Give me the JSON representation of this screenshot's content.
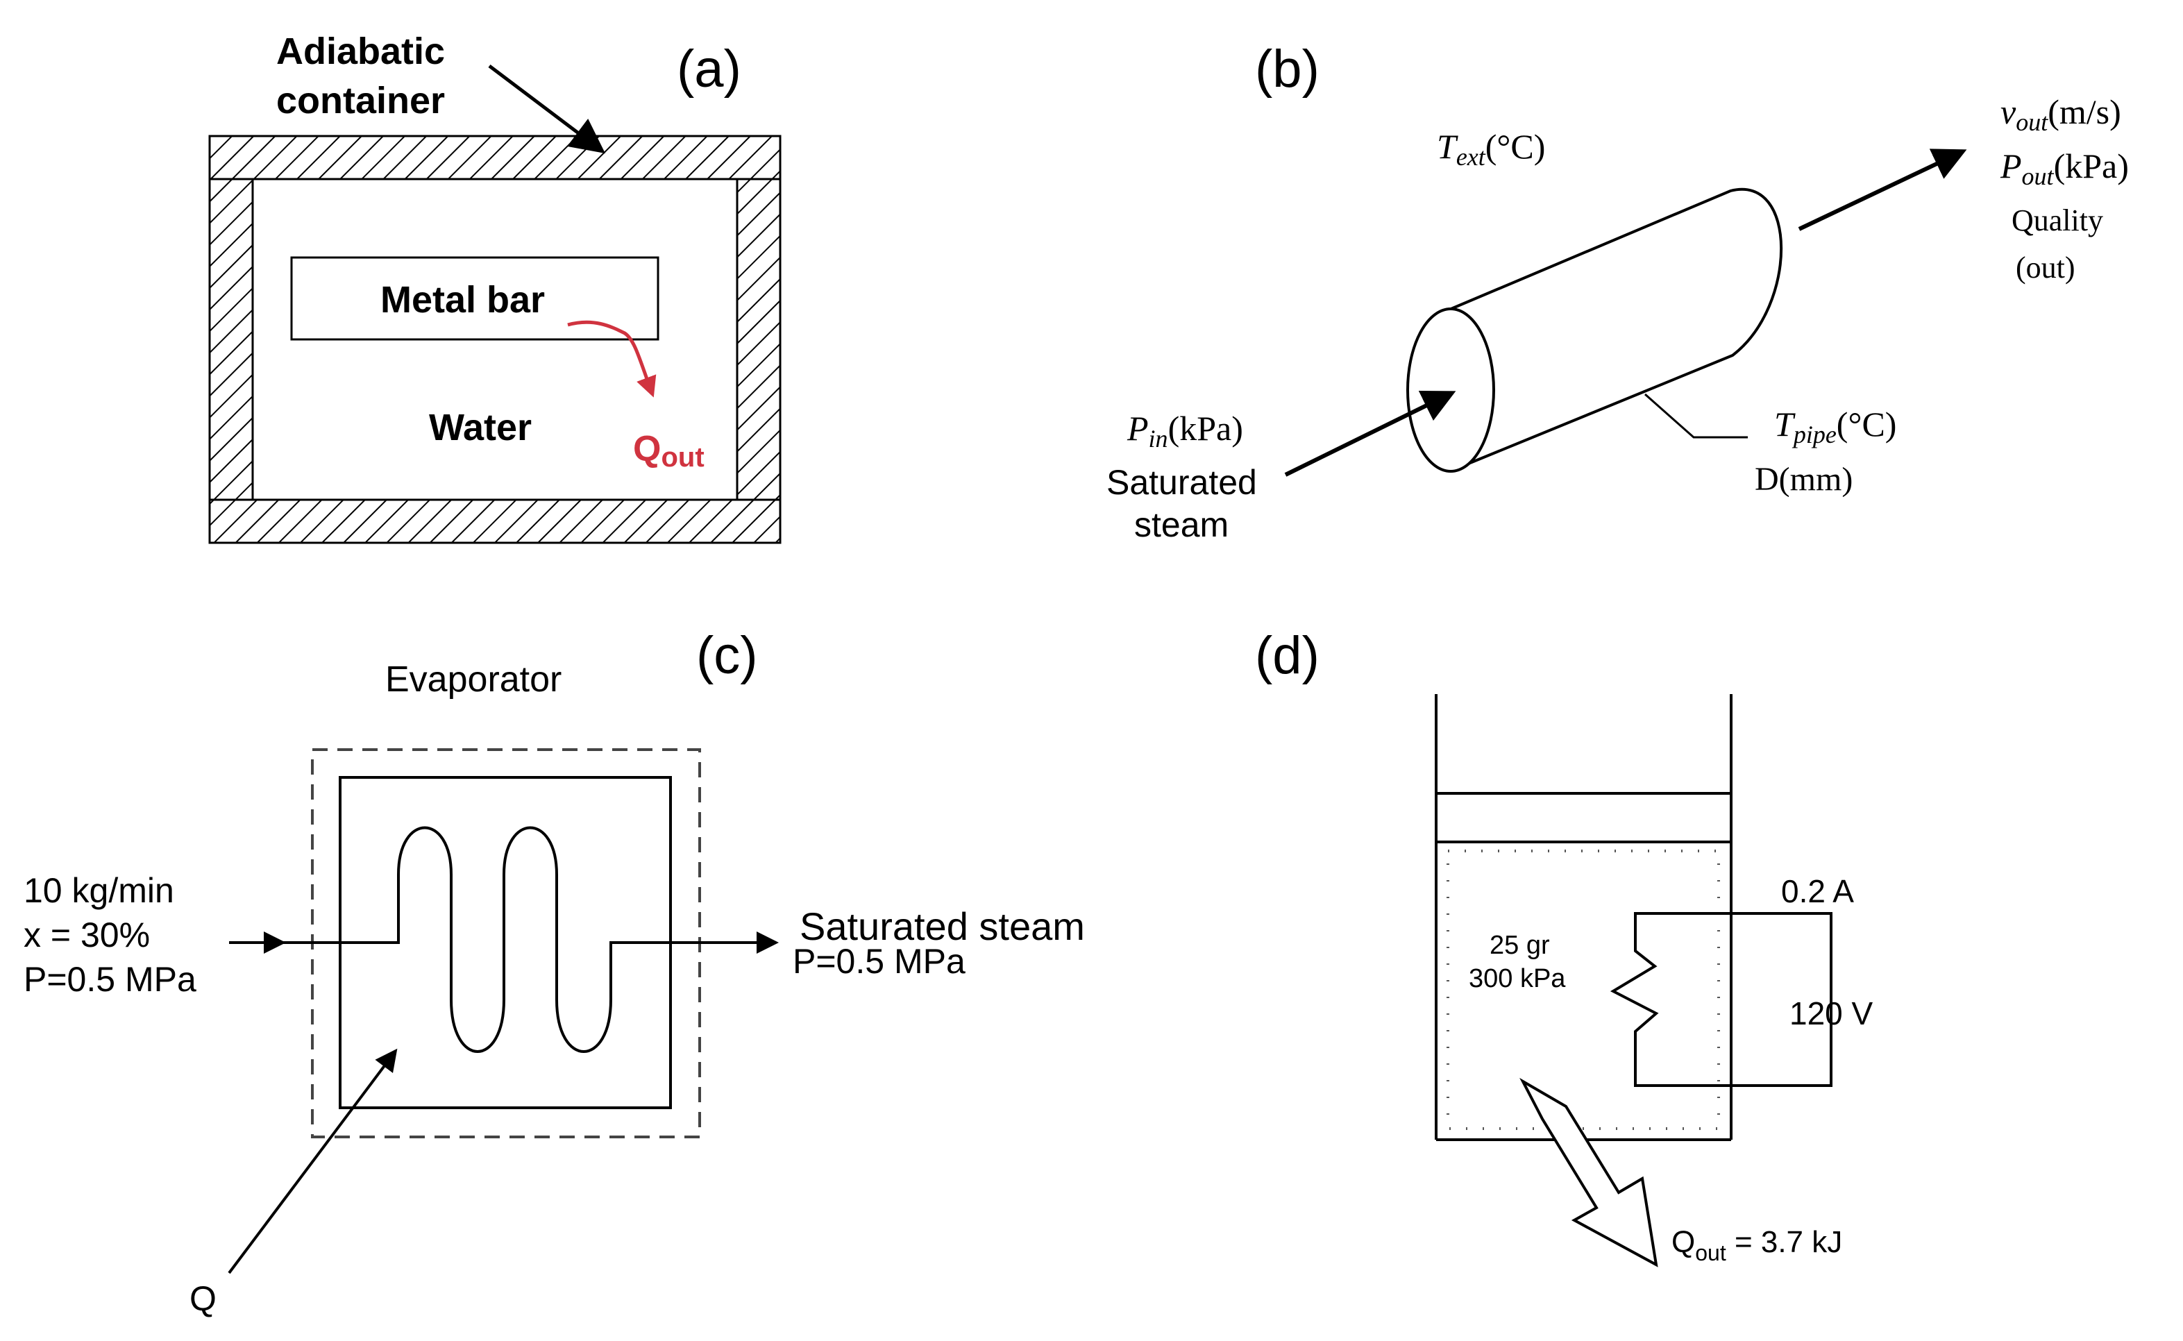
{
  "panels": {
    "a": {
      "tag": "(a)",
      "container_line1": "Adiabatic",
      "container_line2": "container",
      "bar": "Metal bar",
      "water": "Water",
      "q_main": "Q",
      "q_sub": "out",
      "q_color": "#d0333f"
    },
    "b": {
      "tag": "(b)",
      "text_sym": "T",
      "text_sub": "ext",
      "text_unit": "(°C)",
      "vout_sym": "v",
      "vout_sub": "out",
      "vout_unit": "(m/s)",
      "pout_sym": "P",
      "pout_sub": "out",
      "pout_unit": "(kPa)",
      "quality1": "Quality",
      "quality2": "(out)",
      "pin_sym": "P",
      "pin_sub": "in",
      "pin_unit": "(kPa)",
      "inlet1": "Saturated",
      "inlet2": "steam",
      "tpipe_sym": "T",
      "tpipe_sub": "pipe",
      "tpipe_unit": "(°C)",
      "diameter": "D(mm)"
    },
    "c": {
      "tag": "(c)",
      "title": "Evaporator",
      "in1": "10 kg/min",
      "in2": "x = 30%",
      "in3": "P=0.5 MPa",
      "out1": "Saturated steam",
      "out2": "P=0.5 MPa",
      "heat": "Q"
    },
    "d": {
      "tag": "(d)",
      "mass": "25 gr",
      "pressure": "300 kPa",
      "current": "0.2 A",
      "voltage": "120 V",
      "q_main": "Q",
      "q_sub": "out",
      "q_value": " = 3.7 kJ"
    }
  }
}
